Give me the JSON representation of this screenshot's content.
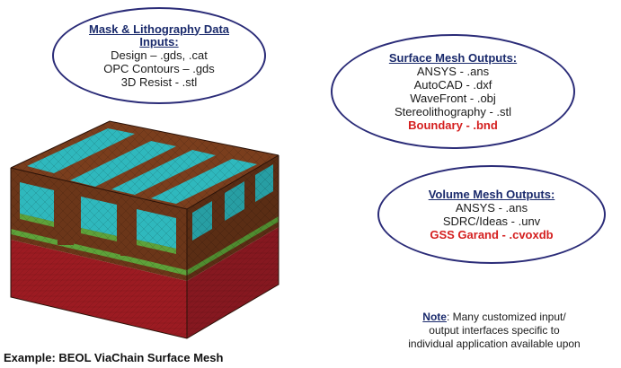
{
  "inputs": {
    "title_line1": "Mask & Lithography Data",
    "title_line2": "Inputs:",
    "items": [
      "Design – .gds, .cat",
      "OPC Contours – .gds",
      "3D Resist - .stl"
    ]
  },
  "surface_outputs": {
    "title": "Surface Mesh Outputs:",
    "items": [
      "ANSYS - .ans",
      "AutoCAD - .dxf",
      "WaveFront - .obj",
      "Stereolithography - .stl"
    ],
    "highlight": "Boundary - .bnd"
  },
  "volume_outputs": {
    "title": "Volume Mesh Outputs:",
    "items": [
      "ANSYS - .ans",
      "SDRC/Ideas - .unv"
    ],
    "highlight": "GSS Garand - .cvoxdb"
  },
  "caption": "Example: BEOL ViaChain Surface Mesh",
  "note": {
    "label": "Note",
    "line1": ":  Many customized input/",
    "line2": "output interfaces specific to",
    "line3": "individual application available upon"
  },
  "colors": {
    "oval_border": "#2b2c78",
    "title_text": "#1a2a6c",
    "highlight": "#d41f1f",
    "substrate": "#9c1b22",
    "metal": "#2fb8bd",
    "dielectric": "#6b3619",
    "liner": "#5ea23a"
  }
}
